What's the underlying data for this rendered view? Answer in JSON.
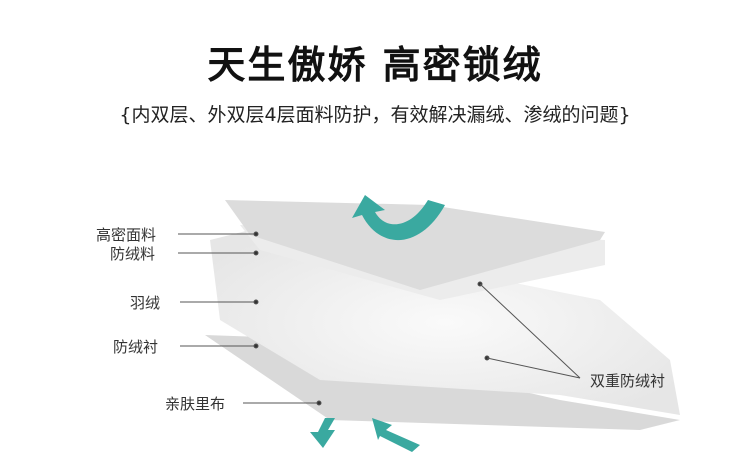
{
  "header": {
    "title": "天生傲娇  高密锁绒",
    "subtitle": "{内双层、外双层4层面料防护，有效解决漏绒、渗绒的问题}"
  },
  "labels": {
    "outer_fabric": "高密面料",
    "downproof_fabric": "防绒料",
    "down": "羽绒",
    "downproof_lining": "防绒衬",
    "skin_lining": "亲肤里布",
    "double_lining": "双重防绒衬"
  },
  "colors": {
    "arrow": "#3aa9a0",
    "line": "#555555"
  }
}
